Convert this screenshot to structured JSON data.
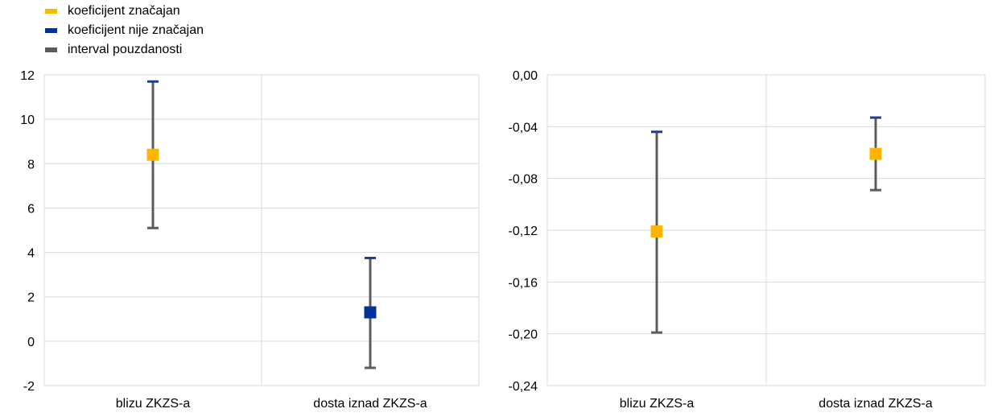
{
  "legend": [
    {
      "label": "koeficijent značajan",
      "color": "#FFB400"
    },
    {
      "label": "koeficijent nije značajan",
      "color": "#003299"
    },
    {
      "label": "interval pouzdanosti",
      "color": "#5C5C5C"
    }
  ],
  "colors": {
    "significant": "#FFB400",
    "not_significant": "#003299",
    "interval": "#5C5C5C",
    "cap": "#1F3D8C",
    "grid": "#D9D9D9"
  },
  "chart_data": [
    {
      "type": "scatter",
      "subtype": "point-with-error-bars",
      "categories": [
        "blizu ZKZS-a",
        "dosta iznad ZKZS-a"
      ],
      "points": [
        {
          "value": 8.4,
          "low": 5.1,
          "high": 11.7,
          "significant": true
        },
        {
          "value": 1.3,
          "low": -1.2,
          "high": 3.75,
          "significant": false
        }
      ],
      "ylim": [
        -2,
        12
      ],
      "yticks": [
        "-2",
        "0",
        "2",
        "4",
        "6",
        "8",
        "10",
        "12"
      ],
      "grid": true
    },
    {
      "type": "scatter",
      "subtype": "point-with-error-bars",
      "categories": [
        "blizu ZKZS-a",
        "dosta iznad ZKZS-a"
      ],
      "points": [
        {
          "value": -0.121,
          "low": -0.199,
          "high": -0.044,
          "significant": true
        },
        {
          "value": -0.061,
          "low": -0.089,
          "high": -0.033,
          "significant": true
        }
      ],
      "ylim": [
        -0.24,
        0.0
      ],
      "yticks": [
        "-0,24",
        "-0,20",
        "-0,16",
        "-0,12",
        "-0,08",
        "-0,04",
        "0,00"
      ],
      "grid": true
    }
  ]
}
